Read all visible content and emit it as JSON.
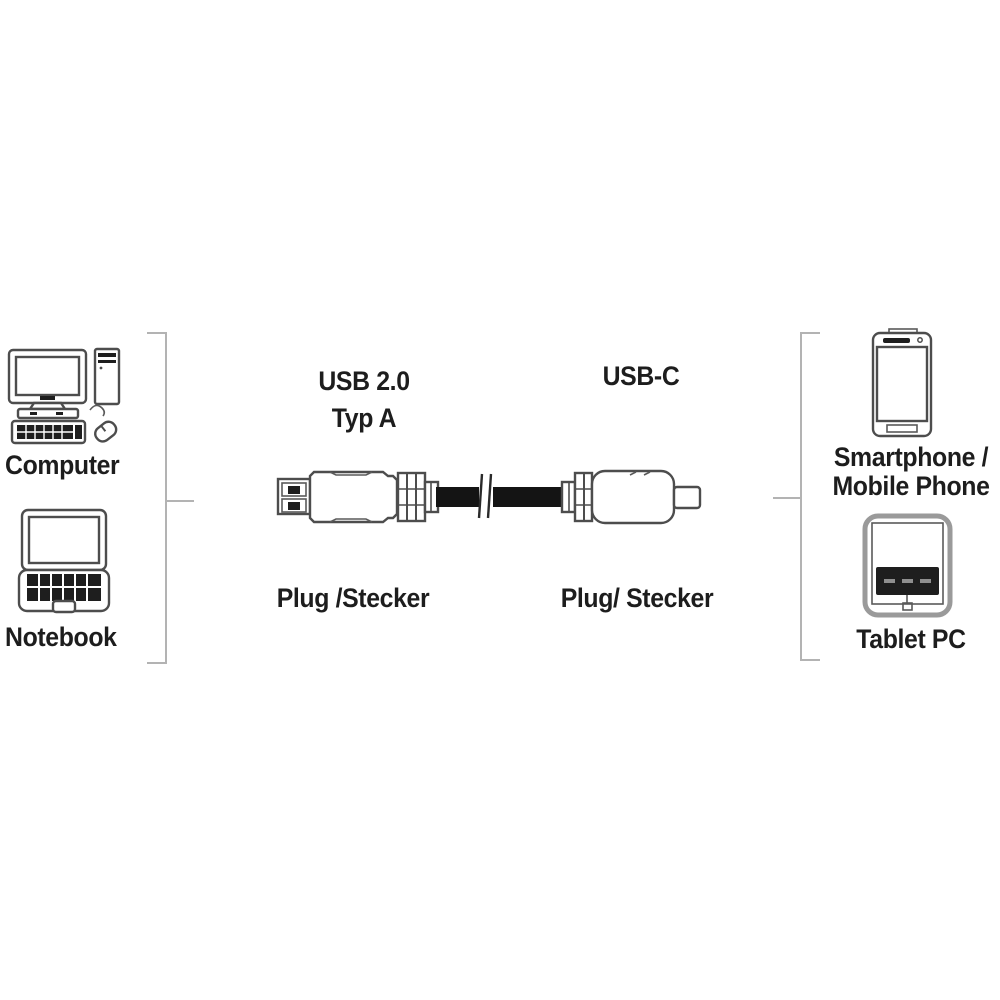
{
  "diagram_title": "USB 2.0 Typ A to USB-C cable connectivity diagram",
  "colors": {
    "background": "#ffffff",
    "icon_line": "#4d4d4d",
    "dark_fill": "#1e1e1e",
    "text": "#1d1d1d",
    "bracket": "#b3b3b3"
  },
  "left_group": {
    "computer": {
      "label": "Computer",
      "icon": "desktop-computer-icon"
    },
    "notebook": {
      "label": "Notebook",
      "icon": "notebook-icon"
    }
  },
  "cable": {
    "left_connector": {
      "title_line1": "USB 2.0",
      "title_line2": "Typ A",
      "plug_label": "Plug /Stecker",
      "icon": "usb-a-plug"
    },
    "right_connector": {
      "title": "USB-C",
      "plug_label": "Plug/ Stecker",
      "icon": "usb-c-plug"
    }
  },
  "right_group": {
    "smartphone": {
      "label_line1": "Smartphone /",
      "label_line2": "Mobile Phone",
      "icon": "smartphone-icon"
    },
    "tablet": {
      "label": "Tablet PC",
      "icon": "tablet-icon"
    }
  }
}
